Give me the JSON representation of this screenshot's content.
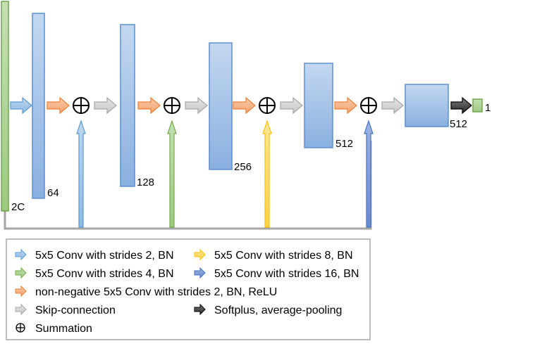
{
  "colors": {
    "block_fill_top": "#c4d8f0",
    "block_fill_bottom": "#8ab0e0",
    "block_stroke": "#5b8fd0",
    "input_fill": "#a9d18e",
    "input_stroke": "#6ea84e",
    "output_fill": "#a9d18e",
    "output_stroke": "#6ea84e",
    "conv2": "#5b9bd5",
    "conv4": "#70ad47",
    "conv8": "#ffc000",
    "conv16": "#4472c4",
    "nonneg": "#ed7d31",
    "skip": "#a6a6a6",
    "softplus": "#404040",
    "skip_line": "#a6a6a6"
  },
  "blocks": {
    "input_channels": "2C",
    "b1_channels": "64",
    "b2_channels": "128",
    "b3_channels": "256",
    "b4_channels": "512",
    "b5_channels": "512",
    "output_size": "1"
  },
  "legend": {
    "conv2": {
      "label": "5x5 Conv with strides 2, BN",
      "icon": "blue-arrow-icon"
    },
    "conv4": {
      "label": "5x5 Conv with strides 4, BN",
      "icon": "green-arrow-icon"
    },
    "nonneg": {
      "label": "non-negative 5x5 Conv with strides 2, BN, ReLU",
      "icon": "orange-arrow-icon"
    },
    "skip": {
      "label": "Skip-connection",
      "icon": "gray-arrow-icon"
    },
    "sum": {
      "label": "Summation",
      "icon": "circled-plus-icon"
    },
    "conv8": {
      "label": "5x5 Conv with strides 8, BN",
      "icon": "yellow-arrow-icon"
    },
    "conv16": {
      "label": "5x5 Conv with strides 16, BN",
      "icon": "navy-arrow-icon"
    },
    "softplus": {
      "label": "Softplus, average-pooling",
      "icon": "black-arrow-icon"
    }
  }
}
